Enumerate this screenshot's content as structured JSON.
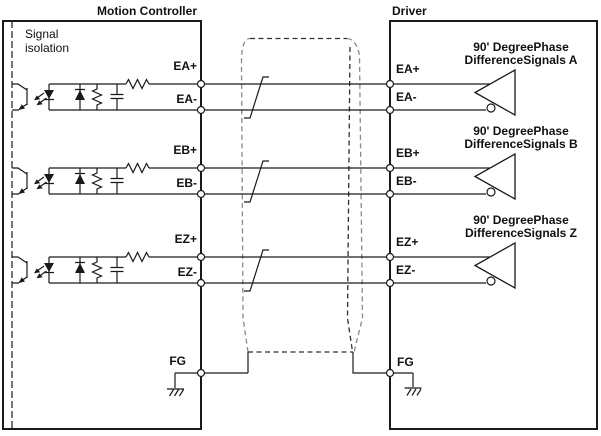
{
  "diagram": {
    "left_box": {
      "title": "Motion Controller",
      "isolation_label": {
        "line1": "Signal",
        "line2": "isolation"
      }
    },
    "right_box": {
      "title": "Driver"
    },
    "channels": [
      {
        "id": "A",
        "plus_label": "EA+",
        "minus_label": "EA-",
        "caption_line1": "90' DegreePhase",
        "caption_line2": "DifferenceSignals A"
      },
      {
        "id": "B",
        "plus_label": "EB+",
        "minus_label": "EB-",
        "caption_line1": "90' DegreePhase",
        "caption_line2": "DifferenceSignals B"
      },
      {
        "id": "Z",
        "plus_label": "EZ+",
        "minus_label": "EZ-",
        "caption_line1": "90' DegreePhase",
        "caption_line2": "DifferenceSignals Z"
      }
    ],
    "fg": {
      "controller_label": "FG",
      "driver_label": "FG"
    },
    "colors": {
      "line": "#1a1a1a",
      "shield_dash_gray": "#8a8a8a",
      "shield_dash_dark": "#2f2f2f",
      "background": "#ffffff"
    }
  }
}
